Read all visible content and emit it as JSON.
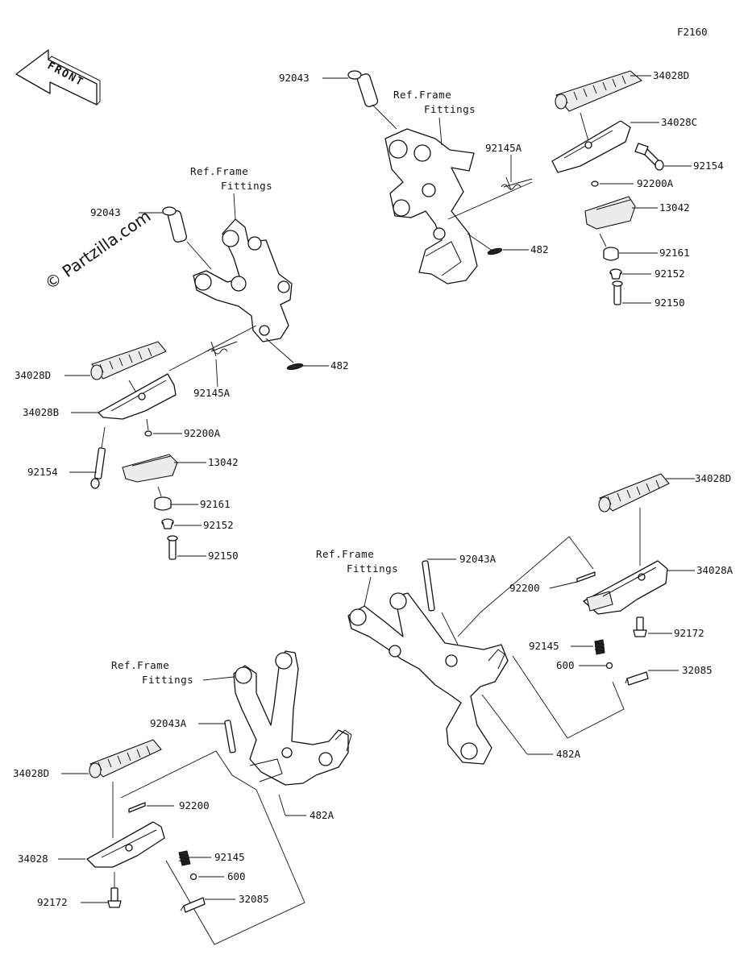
{
  "diagram": {
    "code": "F2160",
    "front_label": "FRONT",
    "watermark": "© Partzilla.com",
    "ref_line1": "Ref.Frame",
    "ref_line2": "Fittings",
    "labels": {
      "top_right_92043": "92043",
      "top_right_34028D": "34028D",
      "top_right_34028C": "34028C",
      "top_right_92145A": "92145A",
      "top_right_92154": "92154",
      "top_right_92200A": "92200A",
      "top_right_13042": "13042",
      "top_right_482": "482",
      "top_right_92161": "92161",
      "top_right_92152": "92152",
      "top_right_92150": "92150",
      "left_92043": "92043",
      "left_482": "482",
      "left_92145A": "92145A",
      "left_34028D": "34028D",
      "left_34028B": "34028B",
      "left_92200A": "92200A",
      "left_92154": "92154",
      "left_13042": "13042",
      "left_92161": "92161",
      "left_92152": "92152",
      "left_92150": "92150",
      "right_34028D": "34028D",
      "right_92043A": "92043A",
      "right_92200": "92200",
      "right_34028A": "34028A",
      "right_92172": "92172",
      "right_92145": "92145",
      "right_600": "600",
      "right_32085": "32085",
      "right_482A": "482A",
      "bottom_92043A": "92043A",
      "bottom_34028D": "34028D",
      "bottom_92200": "92200",
      "bottom_34028": "34028",
      "bottom_92145": "92145",
      "bottom_600": "600",
      "bottom_92172": "92172",
      "bottom_32085": "32085",
      "bottom_482A": "482A"
    }
  }
}
